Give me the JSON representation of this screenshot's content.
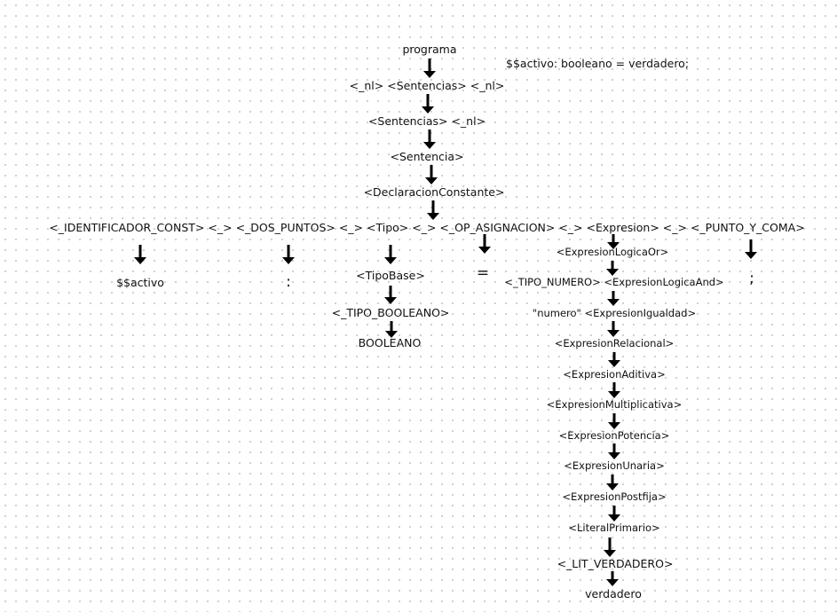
{
  "annotation": "$$activo: booleano = verdadero;",
  "tree": {
    "n_programa": "programa",
    "n_root_seq": "<_nl> <Sentencias> <_nl>",
    "n_sentencias": "<Sentencias> <_nl>",
    "n_sentencia": "<Sentencia>",
    "n_declaracion": "<DeclaracionConstante>",
    "n_decl_seq": "<_IDENTIFICADOR_CONST> <_> <_DOS_PUNTOS> <_> <Tipo> <_> <_OP_ASIGNACION> <_> <Expresion> <_> <_PUNTO_Y_COMA>",
    "n_id_value": "$$activo",
    "n_colon": ":",
    "n_tipo_base": "<TipoBase>",
    "n_tipo_booleano": "<_TIPO_BOOLEANO>",
    "n_booleano": "BOOLEANO",
    "n_equals": "=",
    "n_semicolon": ";",
    "n_expr_or": "<ExpresionLogicaOr>",
    "n_tipo_numero_seq": "<_TIPO_NUMERO> <ExpresionLogicaAnd>",
    "n_numero_seq": "\"numero\" <ExpresionIgualdad>",
    "n_relacional": "<ExpresionRelacional>",
    "n_aditiva": "<ExpresionAditiva>",
    "n_multiplicativa": "<ExpresionMultiplicativa>",
    "n_potencia": "<ExpresionPotencia>",
    "n_unaria": "<ExpresionUnaria>",
    "n_postfija": "<ExpresionPostfija>",
    "n_literal": "<LiteralPrimario>",
    "n_lit_verdadero": "<_LIT_VERDADERO>",
    "n_verdadero": "verdadero"
  },
  "edges": [
    [
      "n_programa",
      "n_root_seq"
    ],
    [
      "n_root_seq",
      "n_sentencias"
    ],
    [
      "n_sentencias",
      "n_sentencia"
    ],
    [
      "n_sentencia",
      "n_declaracion"
    ],
    [
      "n_declaracion",
      "n_decl_seq"
    ],
    [
      "n_decl_seq",
      "n_id_value"
    ],
    [
      "n_decl_seq",
      "n_colon"
    ],
    [
      "n_decl_seq",
      "n_tipo_base"
    ],
    [
      "n_tipo_base",
      "n_tipo_booleano"
    ],
    [
      "n_tipo_booleano",
      "n_booleano"
    ],
    [
      "n_decl_seq",
      "n_equals"
    ],
    [
      "n_decl_seq",
      "n_expr_or"
    ],
    [
      "n_expr_or",
      "n_tipo_numero_seq"
    ],
    [
      "n_tipo_numero_seq",
      "n_numero_seq"
    ],
    [
      "n_numero_seq",
      "n_relacional"
    ],
    [
      "n_relacional",
      "n_aditiva"
    ],
    [
      "n_aditiva",
      "n_multiplicativa"
    ],
    [
      "n_multiplicativa",
      "n_potencia"
    ],
    [
      "n_potencia",
      "n_unaria"
    ],
    [
      "n_unaria",
      "n_postfija"
    ],
    [
      "n_postfija",
      "n_literal"
    ],
    [
      "n_literal",
      "n_lit_verdadero"
    ],
    [
      "n_lit_verdadero",
      "n_verdadero"
    ],
    [
      "n_decl_seq",
      "n_semicolon"
    ]
  ]
}
